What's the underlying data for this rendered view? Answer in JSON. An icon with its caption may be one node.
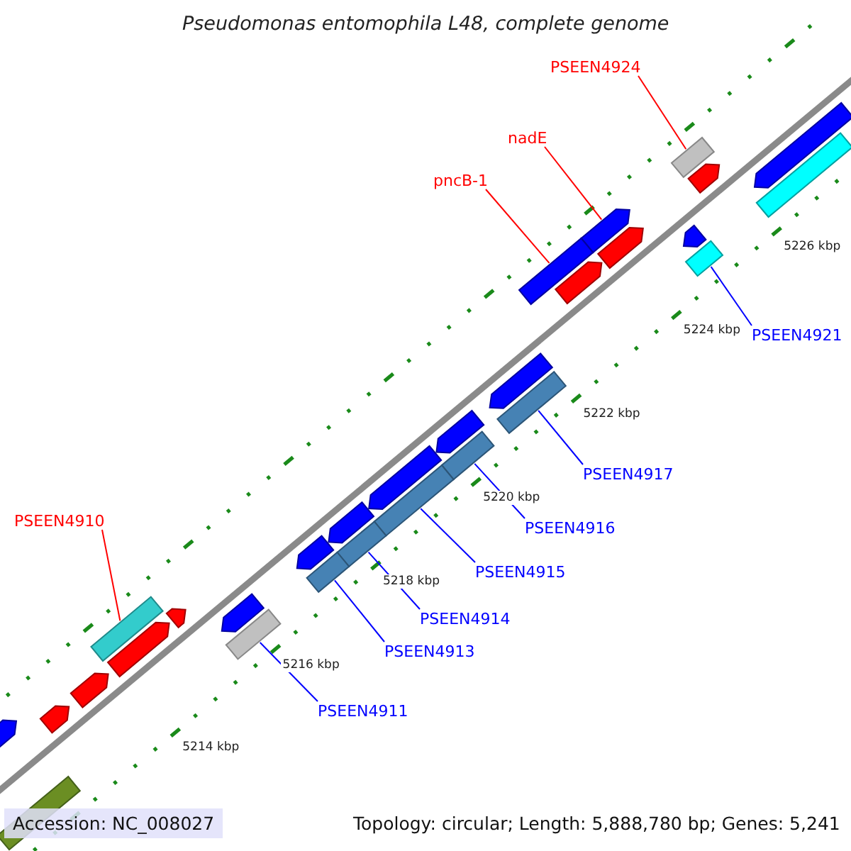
{
  "diagram": {
    "title": "Pseudomonas entomophila L48, complete genome",
    "nodes": [
      {
        "text": [
          "PSEEN4924"
        ]
      },
      {
        "text": [],
        "shape": "bar"
      },
      {
        "text": [
          "nadE"
        ]
      },
      {
        "text": [],
        "shape": "bar"
      },
      {
        "text": [
          "pncB-1"
        ]
      },
      {
        "text": [],
        "shape": "bar"
      },
      {
        "text": [
          "PSEEN4921"
        ]
      },
      {
        "text": [],
        "shape": "bar"
      },
      {
        "text": [
          "PSEEN4917"
        ]
      },
      {
        "text": [],
        "shape": "bar"
      },
      {
        "text": [
          "PSEEN4910"
        ]
      },
      {
        "text": [],
        "shape": "bar"
      },
      {
        "text": [
          "PSEEN4916"
        ]
      },
      {
        "text": [],
        "shape": "bar"
      },
      {
        "text": [
          "PSEEN4915"
        ]
      },
      {
        "text": [],
        "shape": "bar"
      },
      {
        "text": [
          "PSEEN4914"
        ]
      },
      {
        "text": [],
        "shape": "bar"
      },
      {
        "text": [
          "PSEEN4913"
        ]
      },
      {
        "text": [],
        "shape": "bar"
      },
      {
        "text": [
          "PSEEN4911"
        ]
      },
      {
        "text": [],
        "shape": "bar"
      },
      {
        "text": [],
        "shape": "bar"
      },
      {
        "text": [],
        "shape": "bar"
      },
      {
        "text": [],
        "shape": "bar"
      },
      {
        "text": [],
        "shape": "bar"
      },
      {
        "text": [],
        "shape": "bar"
      },
      {
        "text": [],
        "shape": "bar"
      },
      {
        "text": [],
        "shape": "bar"
      },
      {
        "text": [],
        "shape": "bar"
      },
      {
        "text": [],
        "shape": "bar"
      },
      {
        "text": [],
        "shape": "bar"
      },
      {
        "text": [],
        "shape": "bar"
      },
      {
        "text": [],
        "shape": "bar"
      },
      {
        "text": [],
        "shape": "bar"
      },
      {
        "text": [],
        "shape": "bar"
      },
      {
        "text": [],
        "shape": "bar"
      },
      {
        "text": [],
        "shape": "bar"
      },
      {
        "text": [],
        "shape": "bar"
      },
      {
        "text": [],
        "shape": "bar"
      }
    ],
    "edges": [
      {
        "from": 0,
        "to": 1,
        "arrow": "none",
        "color": "#ff0000"
      },
      {
        "from": 2,
        "to": 3,
        "arrow": "none",
        "color": "#ff0000"
      },
      {
        "from": 4,
        "to": 5,
        "arrow": "none",
        "color": "#ff0000"
      },
      {
        "from": 6,
        "to": 7,
        "arrow": "none"
      },
      {
        "from": 8,
        "to": 9,
        "arrow": "none"
      },
      {
        "from": 10,
        "to": 11,
        "arrow": "none",
        "color": "#ff0000"
      },
      {
        "from": 12,
        "to": 13,
        "arrow": "none"
      },
      {
        "from": 14,
        "to": 15,
        "arrow": "none"
      },
      {
        "from": 16,
        "to": 17,
        "arrow": "none"
      },
      {
        "from": 18,
        "to": 19,
        "arrow": "none"
      },
      {
        "from": 20,
        "to": 21,
        "arrow": "none"
      }
    ],
    "labels": [
      "5214 kbp",
      "5216 kbp",
      "5218 kbp",
      "5220 kbp",
      "5222 kbp",
      "5224 kbp",
      "5226 kbp",
      "Accession: NC_008027",
      "Topology: circular; Length: 5,888,780 bp; Genes: 5,241"
    ]
  }
}
